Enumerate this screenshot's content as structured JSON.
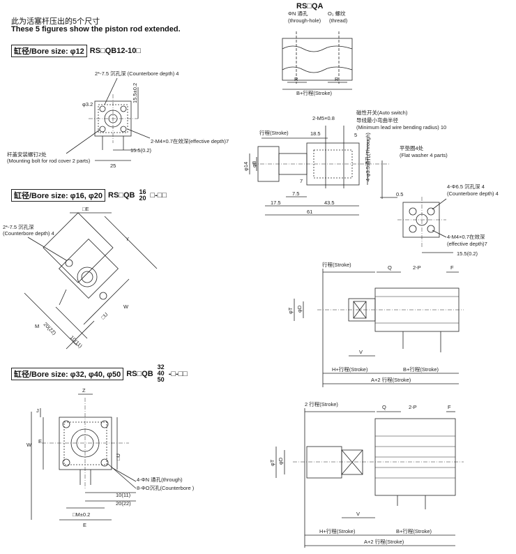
{
  "intro": {
    "line_cn": "此为活塞杆压出的5个尺寸",
    "line_en": "These 5 figures show the piston rod extended."
  },
  "sections": {
    "b12": {
      "label": "缸径/Bore size: φ12",
      "model": "RS□QB12-10□"
    },
    "b16": {
      "label": "缸径/Bore size: φ16, φ20",
      "model_prefix": "RS□QB",
      "sizes": [
        "16",
        "20"
      ],
      "model_suffix": "□-□□"
    },
    "b32": {
      "label": "缸径/Bore size: φ32, φ40, φ50",
      "model_prefix": "RS□QB",
      "sizes": [
        "32",
        "40",
        "50"
      ],
      "model_suffix": "-□-□□"
    },
    "qa": {
      "title": "RS□QA"
    }
  },
  "fig12": {
    "counterbore": "2*-7.5 沉孔深 (Counterbore depth) 4",
    "dia32": "φ3.2",
    "v15_5": "15.5±0.2",
    "m4": "2-M4×0.7在效深(effective depth)7",
    "bolt_cn": "杆盖安装螺钉2处",
    "bolt_en": "(Mounting bolt for rod cover 2 parts)",
    "h15_5": "15.5(0.2)",
    "w25": "25"
  },
  "fig16": {
    "E": "□E",
    "counterbore_cn": "2*-7.5 沉孔深",
    "counterbore_en": "(Counterbore depth) 4",
    "Y": "Y",
    "W": "W",
    "U": "□U",
    "M": "M",
    "d20": "20(22)",
    "d10": "10(11)"
  },
  "fig32": {
    "Z": "Z",
    "J": "J",
    "W": "W",
    "E": "E",
    "U": "□U",
    "n_through": "4-ΦN 通孔(through)",
    "o_counterbore": "8-ΦO沉孔(Counterbore )",
    "d10": "10(11)",
    "d20": "20(22)",
    "M": "□M±0.2",
    "E2": "E"
  },
  "figQA": {
    "hole": "ΦN 通孔",
    "hole_en": "(through-hole)",
    "thread": "O₁ 螺纹",
    "thread_en": "(thread)",
    "R1": "R",
    "R2": "R",
    "stroke": "B+行程(Stroke)"
  },
  "figSide": {
    "switch_cn": "磁性开关(Auto switch)",
    "m5": "2-M5×0.8",
    "wire_cn": "导线最小弯曲半径",
    "wire_en": "(Minimum lead wire bending radius) 10",
    "stroke": "行程(Stroke)",
    "v18_5": "18.5",
    "v5": "5",
    "washer_cn": "平垫圈4处",
    "washer_en": "(Flat washer 4 parts)",
    "d14": "φ14",
    "d8": "φ8",
    "through": "4-φ3.5通孔(Through)",
    "v7": "7",
    "v7_5": "7.5",
    "v0_5": "0.5",
    "v17_5": "17.5",
    "v43_5": "43.5",
    "v61": "61"
  },
  "figEnd2": {
    "cb_cn": "4-Φ6.5 沉孔深 4",
    "cb_en": "(Counterbore depth) 4",
    "m4_cn": "4-M4×0.7在效深",
    "m4_en": "(effective depth)7",
    "v15_5": "15.5(0.2)"
  },
  "figLong1": {
    "stroke": "行程(Stroke)",
    "Q": "Q",
    "P": "2-P",
    "F": "F",
    "T": "φT",
    "D": "φD",
    "V": "V",
    "H": "H+行程(Stroke)",
    "B": "B+行程(Stroke)",
    "A": "A+2 行程(Stroke)"
  },
  "figLong2": {
    "stroke": "2 行程(Stroke)",
    "Q": "Q",
    "P": "2-P",
    "F": "F",
    "T": "φT",
    "D": "φD",
    "V": "V",
    "H": "H+行程(Stroke)",
    "B": "B+行程(Stroke)",
    "A": "A+2 行程(Stroke)"
  }
}
